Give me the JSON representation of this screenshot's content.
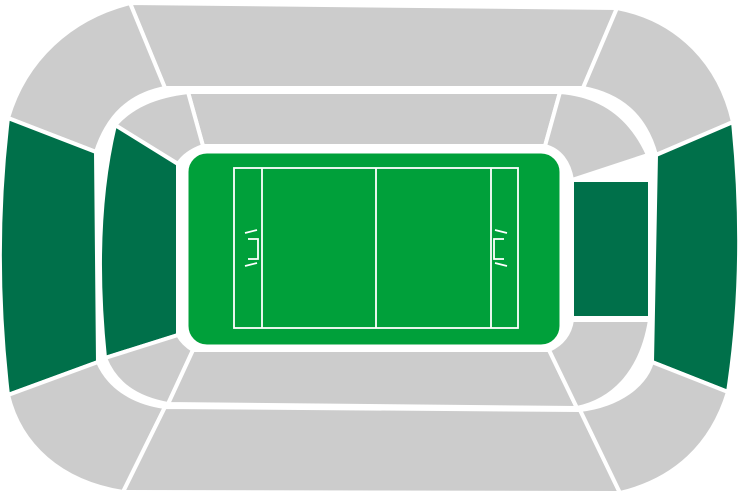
{
  "map": {
    "type": "stadium-seating-map",
    "colors": {
      "unavailable_section": "#cccccc",
      "available_section": "#00704a",
      "pitch": "#00a03a",
      "pitch_lines": "#ffffff",
      "background": "#ffffff"
    },
    "sections": [
      {
        "id": "upper-north-center",
        "status": "unavailable"
      },
      {
        "id": "upper-north-west-corner",
        "status": "unavailable"
      },
      {
        "id": "upper-north-east-corner",
        "status": "unavailable"
      },
      {
        "id": "upper-west-end",
        "status": "available"
      },
      {
        "id": "upper-east-end",
        "status": "available"
      },
      {
        "id": "upper-south-west-corner",
        "status": "unavailable"
      },
      {
        "id": "upper-south-center",
        "status": "unavailable"
      },
      {
        "id": "upper-south-east-corner",
        "status": "unavailable"
      },
      {
        "id": "lower-north-center",
        "status": "unavailable"
      },
      {
        "id": "lower-north-west-corner",
        "status": "unavailable"
      },
      {
        "id": "lower-north-east-corner",
        "status": "unavailable"
      },
      {
        "id": "lower-west-end",
        "status": "available"
      },
      {
        "id": "lower-east-end",
        "status": "available"
      },
      {
        "id": "lower-south-west-corner",
        "status": "unavailable"
      },
      {
        "id": "lower-south-center",
        "status": "unavailable"
      },
      {
        "id": "lower-south-east-corner",
        "status": "unavailable"
      }
    ],
    "pitch": {
      "sport": "gaelic-football"
    }
  }
}
